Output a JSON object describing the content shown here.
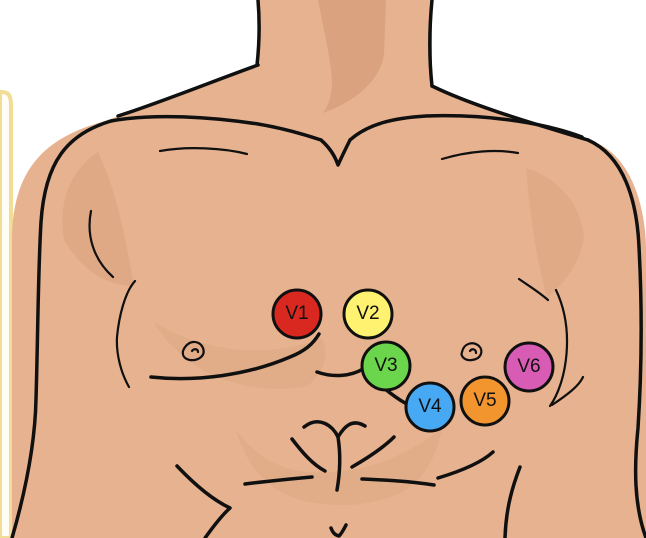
{
  "colors": {
    "skin": "#e7b28f",
    "skin_shadow": "#d59b79",
    "outline": "#101010",
    "side_panel_border": "#f1dd96"
  },
  "electrodes": [
    {
      "label": "V1",
      "color": "#d9281f",
      "text_color": "#111111"
    },
    {
      "label": "V2",
      "color": "#fff270",
      "text_color": "#111111"
    },
    {
      "label": "V3",
      "color": "#6bd64b",
      "text_color": "#111111"
    },
    {
      "label": "V4",
      "color": "#47a8f4",
      "text_color": "#111111"
    },
    {
      "label": "V5",
      "color": "#f2952f",
      "text_color": "#111111"
    },
    {
      "label": "V6",
      "color": "#d95cb4",
      "text_color": "#111111"
    }
  ]
}
